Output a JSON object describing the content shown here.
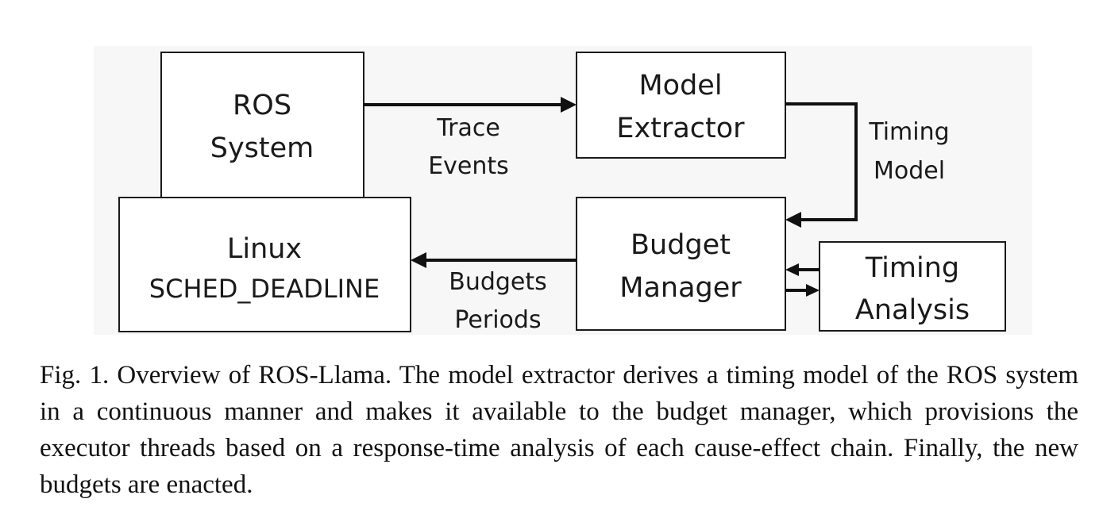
{
  "diagram": {
    "nodes": {
      "ros_system": [
        "ROS",
        "System"
      ],
      "model_extractor": [
        "Model",
        "Extractor"
      ],
      "linux": [
        "Linux",
        "SCHED_DEADLINE"
      ],
      "budget_manager": [
        "Budget",
        "Manager"
      ],
      "timing_analysis": [
        "Timing",
        "Analysis"
      ]
    },
    "edges": {
      "trace_events": [
        "Trace",
        "Events"
      ],
      "timing_model": [
        "Timing",
        "Model"
      ],
      "budgets_periods": [
        "Budgets",
        "Periods"
      ]
    }
  },
  "caption": {
    "text": "Fig. 1.  Overview of ROS-Llama. The model extractor derives a timing model of the ROS system in a continuous manner and makes it available to the budget manager, which provisions the executor threads based on a response-time analysis of each cause-effect chain. Finally, the new budgets are enacted."
  }
}
